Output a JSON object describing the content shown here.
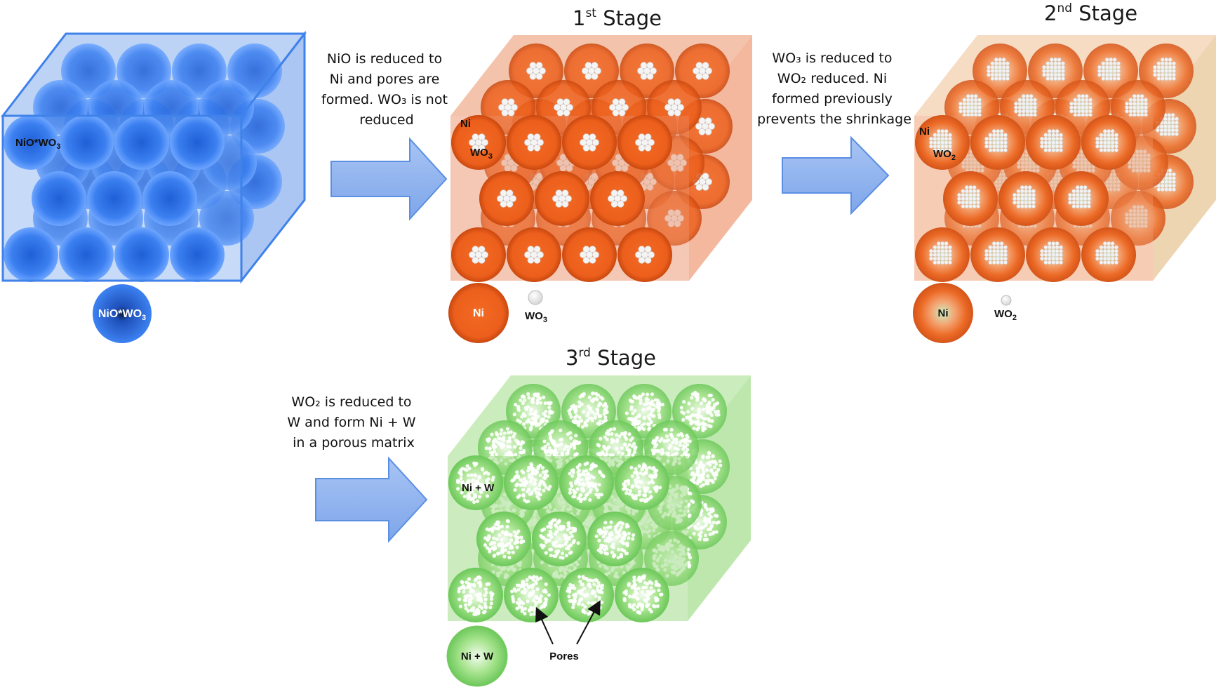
{
  "stages": {
    "initial": {
      "label": "NiO*WO",
      "label_sub": "3",
      "legend_label": "NiO*WO",
      "legend_sub": "3",
      "color": "#3a7de8"
    },
    "stage1": {
      "title_main": "1",
      "title_sup": "st",
      "title_rest": " Stage",
      "desc": [
        "NiO is reduced to",
        "Ni and pores are",
        "formed. WO₃ is not",
        "reduced"
      ],
      "label_ni": "Ni",
      "label_wo": "WO",
      "label_wo_sub": "3",
      "legend_ni": "Ni",
      "legend_wo": "WO",
      "legend_wo_sub": "3",
      "color": "#ef6a2c"
    },
    "stage2": {
      "title_main": "2",
      "title_sup": "nd",
      "title_rest": " Stage",
      "desc": [
        "WO₃ is reduced to",
        "WO₂ reduced. Ni",
        "formed previously",
        "prevents the shrinkage"
      ],
      "label_ni": "Ni",
      "label_wo": "WO",
      "label_wo_sub": "2",
      "legend_ni": "Ni",
      "legend_wo": "WO",
      "legend_wo_sub": "2",
      "color": "#e8742a"
    },
    "stage3": {
      "title_main": "3",
      "title_sup": "rd",
      "title_rest": " Stage",
      "desc": [
        "WO₂ is reduced to",
        "W and form Ni + W",
        "in a porous matrix"
      ],
      "label": "Ni + W",
      "legend_label": "Ni + W",
      "pores_label": "Pores",
      "color": "#8fd37a"
    }
  }
}
